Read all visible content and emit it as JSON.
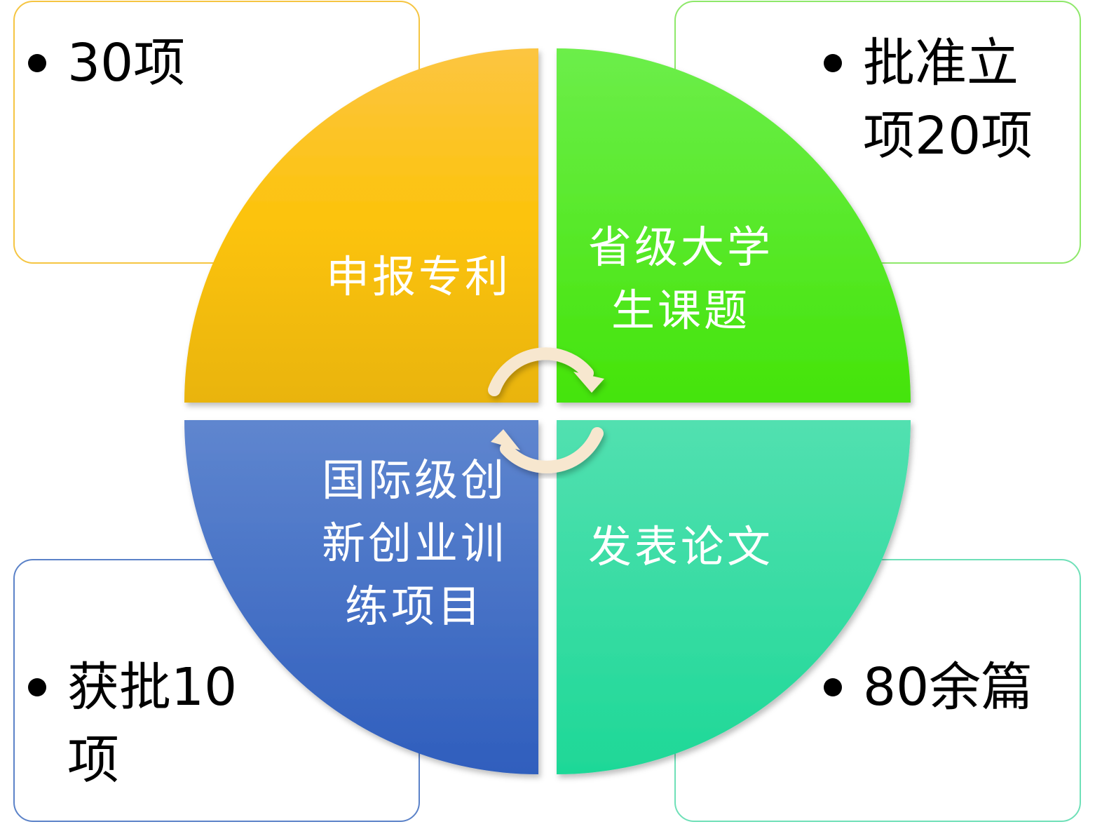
{
  "colors": {
    "orange": "#fbc02d",
    "green": "#4ce412",
    "blue": "#3b68c4",
    "teal": "#28dca0",
    "arrow": "#f7e7cf"
  },
  "segments": {
    "top_left": {
      "label": "申报专利"
    },
    "top_right": {
      "label": "省级大学生课题"
    },
    "bottom_left": {
      "label": "国际级创新创业训练项目"
    },
    "bottom_right": {
      "label": "发表论文"
    }
  },
  "cards": {
    "top_left": {
      "text": "30项"
    },
    "top_right": {
      "text": "批准立项20项"
    },
    "bottom_left": {
      "text": "获批10项"
    },
    "bottom_right": {
      "text": "80余篇"
    }
  },
  "icons": {
    "cycle": "circular-arrows-icon"
  }
}
